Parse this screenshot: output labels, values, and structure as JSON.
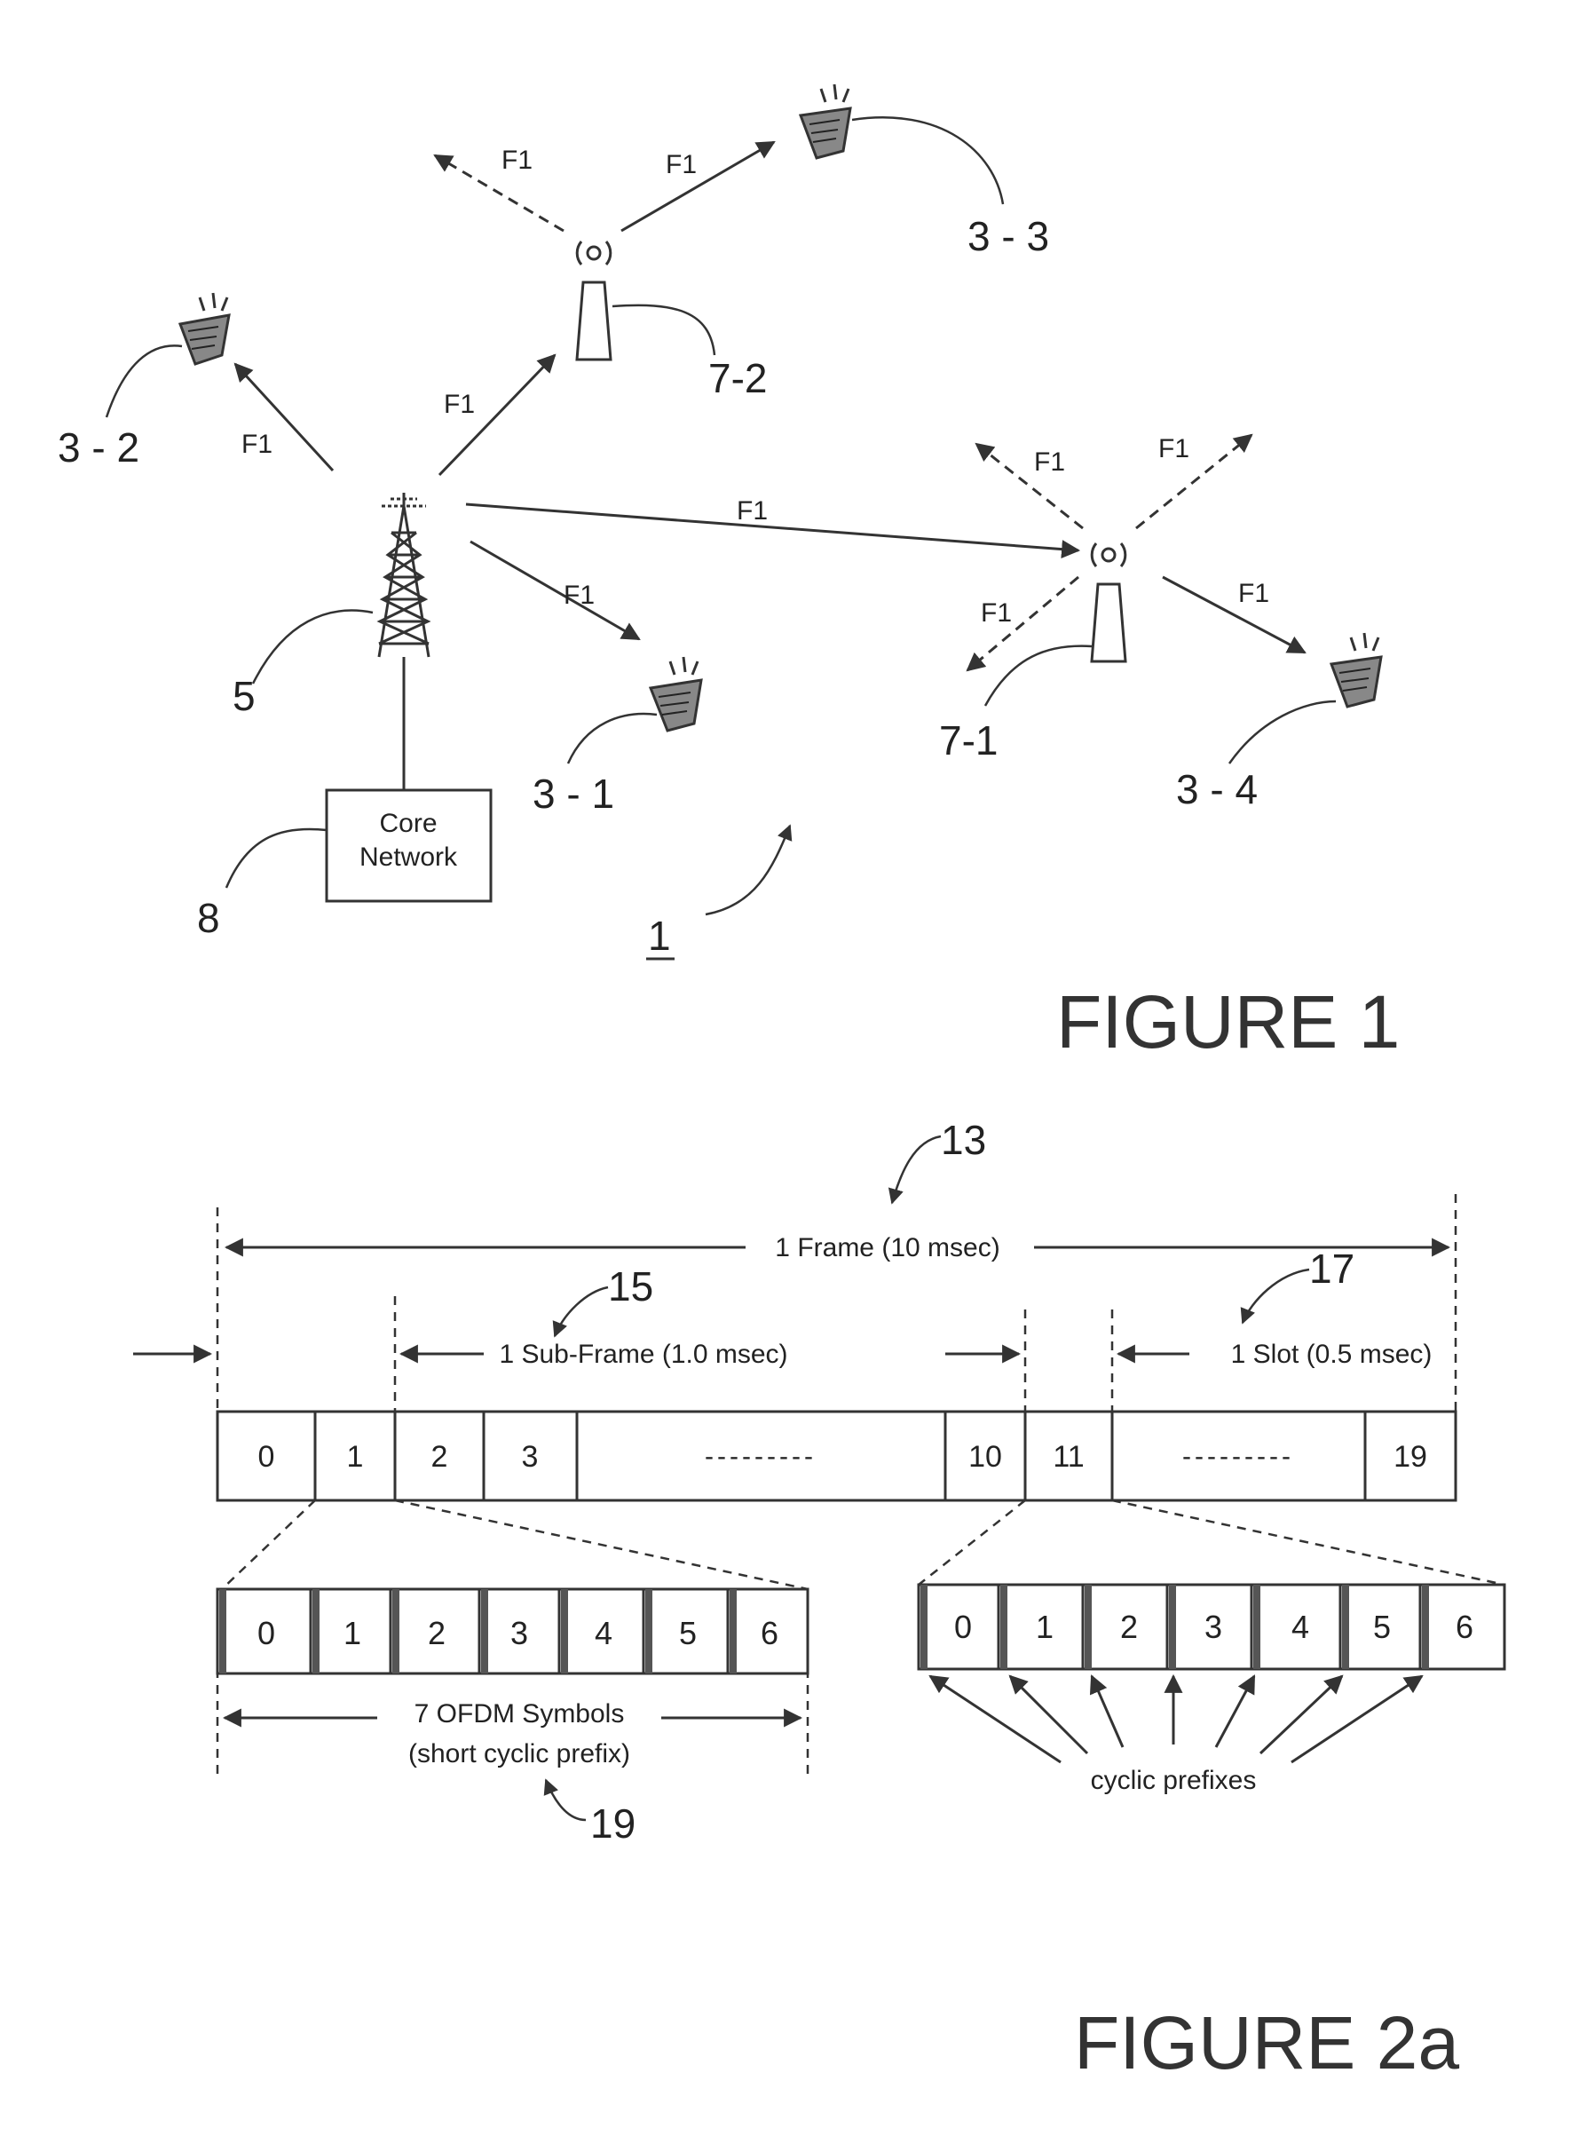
{
  "figure1": {
    "title": "FIGURE 1",
    "link_label": "F1",
    "base_station_ref": "5",
    "relay_refs": [
      "7-2",
      "7-1"
    ],
    "ue_refs": [
      "3 - 3",
      "3 - 2",
      "3 - 1",
      "3 - 4"
    ],
    "core_network": {
      "line1": "Core",
      "line2": "Network",
      "ref": "8"
    },
    "system_ref": "1"
  },
  "figure2a": {
    "title": "FIGURE 2a",
    "frame_ref": "13",
    "frame_label": "1 Frame (10 msec)",
    "subframe_ref": "15",
    "subframe_label": "1 Sub-Frame (1.0 msec)",
    "slot_ref": "17",
    "slot_label": "1 Slot (0.5 msec)",
    "slots": [
      "0",
      "1",
      "2",
      "3",
      "10",
      "11",
      "19"
    ],
    "ellipsis": "---------",
    "symbols": [
      "0",
      "1",
      "2",
      "3",
      "4",
      "5",
      "6"
    ],
    "symbols_label_line1": "7 OFDM Symbols",
    "symbols_label_line2": "(short cyclic prefix)",
    "symbols_ref": "19",
    "cyclic_prefixes_label": "cyclic prefixes"
  }
}
